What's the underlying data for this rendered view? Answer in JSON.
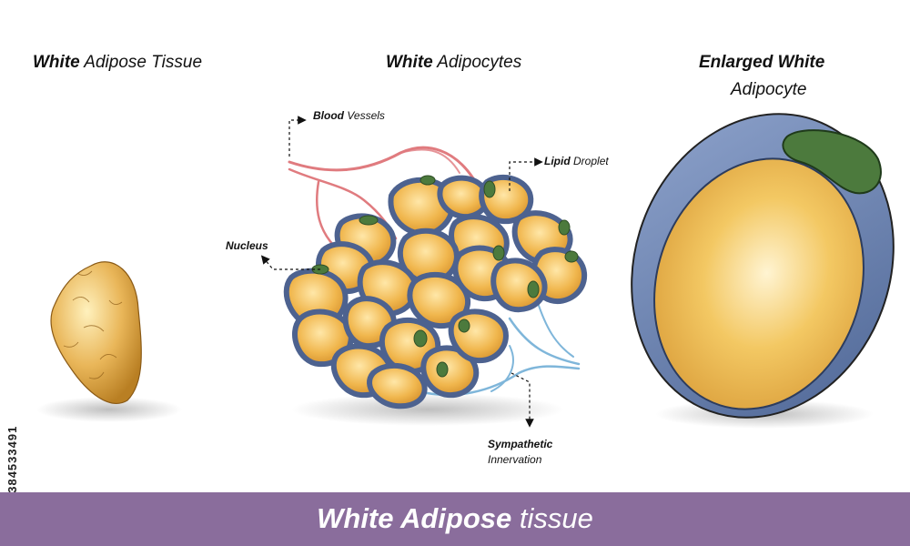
{
  "titles": {
    "tissue": {
      "bold": "White",
      "rest": "Adipose Tissue"
    },
    "adipocytes": {
      "bold": "White",
      "rest": "Adipocytes"
    },
    "enlarged_line1": "Enlarged White",
    "enlarged_line2": "Adipocyte"
  },
  "labels": {
    "blood": {
      "bold": "Blood",
      "rest": "Vessels"
    },
    "lipid": {
      "bold": "Lipid",
      "rest": "Droplet"
    },
    "nucleus": "Nucleus",
    "sympathetic": "Sympathetic",
    "innervation": "Innervation"
  },
  "footer": {
    "bold": "White Adipose",
    "rest": "tissue"
  },
  "stock_id": "#384533491",
  "colors": {
    "cytoplasm": "#efb34a",
    "membrane": "#6f86b2",
    "nucleus": "#4c7a3d",
    "blood_vessel": "#e07b7f",
    "nerve": "#7fb6da",
    "footer": "#8a6d9c"
  }
}
